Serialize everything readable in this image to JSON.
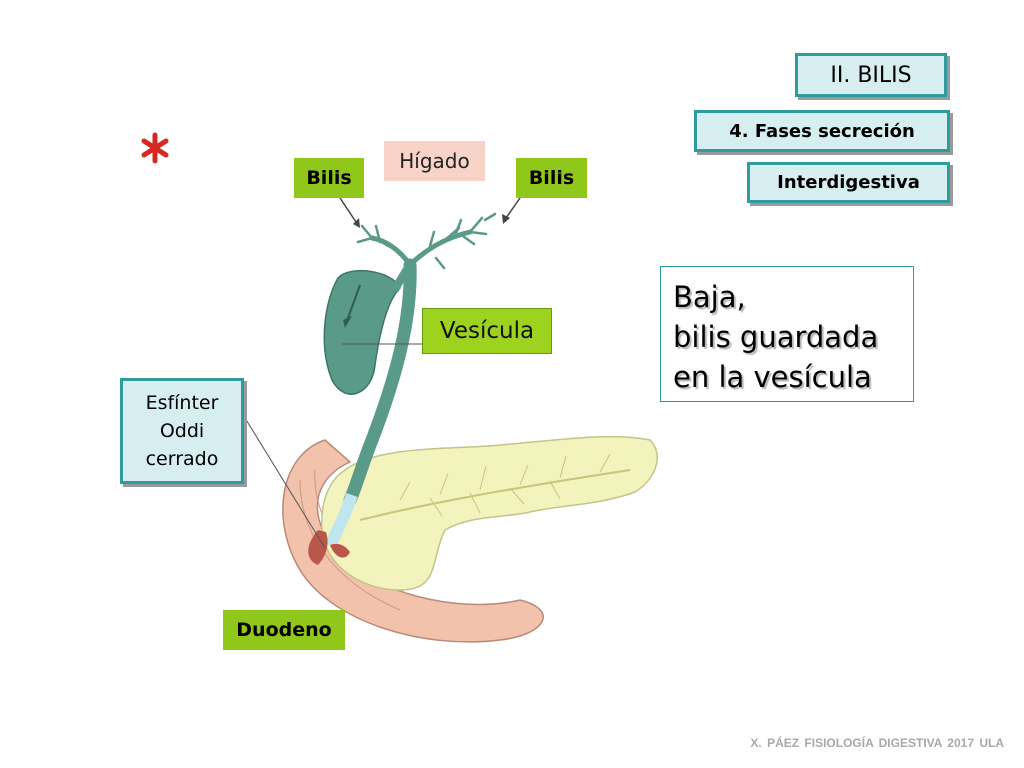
{
  "header": {
    "section_title": "II. BILIS",
    "subtitle": "4. Fases secreción",
    "phase": "Interdigestiva"
  },
  "labels": {
    "liver": "Hígado",
    "bile_left": "Bilis",
    "bile_right": "Bilis",
    "gallbladder": "Vesícula",
    "sphincter": [
      "Esfínter",
      "Oddi",
      "cerrado"
    ],
    "duodenum": "Duodeno"
  },
  "note": {
    "lines": [
      "Baja,",
      "bilis guardada",
      "en la vesícula"
    ]
  },
  "footer": {
    "credit": "X. PÁEZ   FISIOLOGÍA DIGESTIVA 2017  ULA"
  },
  "colors": {
    "teal_border": "#2e9c9e",
    "teal_fill": "#d7eef0",
    "green_label": "#8fc81a",
    "liver_label": "#f7d3c8",
    "gallbladder": "#5a9a88",
    "pancreas": "#f3f3bd",
    "duodenum": "#f2c2ac"
  }
}
